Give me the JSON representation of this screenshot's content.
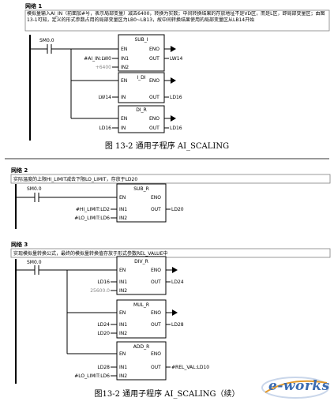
{
  "network1": {
    "title": "网络 1",
    "comment": "模拟量输入AI_IN（前面加#号，表示局部变量）减去6400，转换为实数；中间转换结果的存放地址不是VD区，而是L区，即局部变量区；由图13-1可知，定义的形式参数占用的局部变量区为LB0~LB13，故中间转换结果使用的局部变量区从LB14开始",
    "contact": "SM0.0",
    "boxes": [
      {
        "name": "SUB_I",
        "en": "EN",
        "eno": "ENO",
        "in1": "IN1",
        "in2": "IN2",
        "out": "OUT",
        "in1_val": "#AI_IN:LW0",
        "in2_val": "+6400",
        "out_val": "LW14"
      },
      {
        "name": "I_DI",
        "en": "EN",
        "eno": "ENO",
        "in1": "IN",
        "out": "OUT",
        "in1_val": "LW14",
        "out_val": "LD16"
      },
      {
        "name": "DI_R",
        "en": "EN",
        "eno": "ENO",
        "in1": "IN",
        "out": "OUT",
        "in1_val": "LD16",
        "out_val": "LD16"
      }
    ]
  },
  "caption1": "图 13-2   通用子程序 AI_SCALING",
  "network2": {
    "title": "网络 2",
    "comment": "实际温度的上限HI_LIMIT减去下限LO_LIMIT，存放于LD20",
    "contact": "SM0.0",
    "box": {
      "name": "SUB_R",
      "en": "EN",
      "eno": "ENO",
      "in1": "IN1",
      "in2": "IN2",
      "out": "OUT",
      "in1_val": "#HI_LIMIT:LD2",
      "in2_val": "#LO_LIMIT:LD6",
      "out_val": "LD20"
    }
  },
  "network3": {
    "title": "网络 3",
    "comment": "实现模拟量转换公式，最终的模拟量转换值存放于形式参数REL_VALUE中",
    "contact": "SM0.0",
    "boxes": [
      {
        "name": "DIV_R",
        "en": "EN",
        "eno": "ENO",
        "in1": "IN1",
        "in2": "IN2",
        "out": "OUT",
        "in1_val": "LD16",
        "in2_val": "25600.0",
        "out_val": "LD24"
      },
      {
        "name": "MUL_R",
        "en": "EN",
        "eno": "ENO",
        "in1": "IN1",
        "in2": "IN2",
        "out": "OUT",
        "in1_val": "LD24",
        "in2_val": "LD20",
        "out_val": "LD28"
      },
      {
        "name": "ADD_R",
        "en": "EN",
        "eno": "ENO",
        "in1": "IN1",
        "in2": "IN2",
        "out": "OUT",
        "in1_val": "LD28",
        "in2_val": "#LO_LIMIT:LD6",
        "out_val": "#REL_VAL:LD10"
      }
    ]
  },
  "caption2": "图13-2   通用子程序 AI_SCALING（续）",
  "logo": "e-works",
  "colors": {
    "rail": "#000000",
    "comment_border": "#808080",
    "constant": "#888888",
    "logo": "#3b6bb0",
    "separator": "#9a9a9a"
  }
}
